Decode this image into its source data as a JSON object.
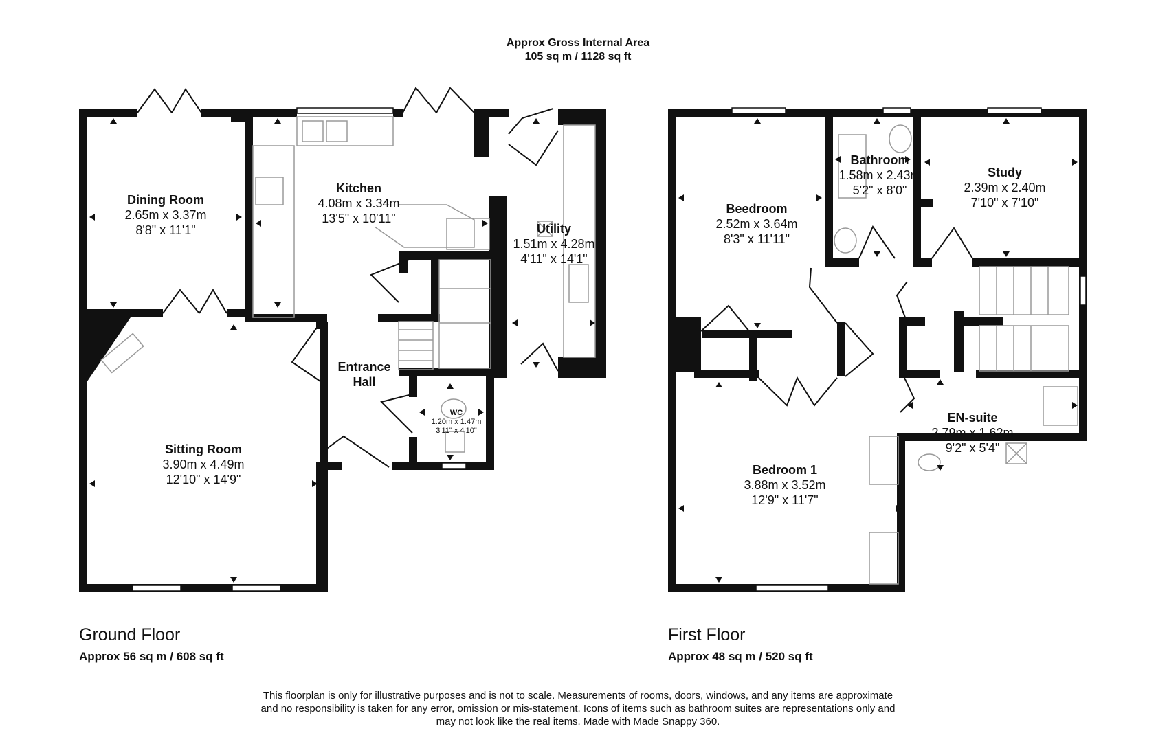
{
  "header": {
    "title": "Approx Gross Internal Area",
    "area": "105 sq m / 1128 sq ft"
  },
  "ground_floor": {
    "title": "Ground Floor",
    "area": "Approx 56 sq m / 608 sq ft",
    "rooms": {
      "dining": {
        "name": "Dining Room",
        "metric": "2.65m x 3.37m",
        "imperial": "8'8\" x 11'1\""
      },
      "kitchen": {
        "name": "Kitchen",
        "metric": "4.08m x 3.34m",
        "imperial": "13'5\" x 10'11\""
      },
      "utility": {
        "name": "Utility",
        "metric": "1.51m x 4.28m",
        "imperial": "4'11\" x 14'1\""
      },
      "entrance": {
        "name_line1": "Entrance",
        "name_line2": "Hall"
      },
      "wc": {
        "name": "WC",
        "metric": "1.20m x 1.47m",
        "imperial": "3'11\" x 4'10\""
      },
      "sitting": {
        "name": "Sitting Room",
        "metric": "3.90m x 4.49m",
        "imperial": "12'10\" x 14'9\""
      }
    }
  },
  "first_floor": {
    "title": "First Floor",
    "area": "Approx 48 sq m / 520 sq ft",
    "rooms": {
      "beedroom": {
        "name": "Beedroom",
        "metric": "2.52m x 3.64m",
        "imperial": "8'3\" x 11'11\""
      },
      "bathroom": {
        "name": "Bathroom",
        "metric": "1.58m x 2.43m",
        "imperial": "5'2\" x 8'0\""
      },
      "study": {
        "name": "Study",
        "metric": "2.39m x 2.40m",
        "imperial": "7'10\" x 7'10\""
      },
      "ensuite": {
        "name": "EN-suite",
        "metric": "2.79m x 1.62m",
        "imperial": "9'2\" x 5'4\""
      },
      "bedroom1": {
        "name": "Bedroom 1",
        "metric": "3.88m x 3.52m",
        "imperial": "12'9\" x 11'7\""
      }
    }
  },
  "disclaimer": {
    "line1": "This floorplan is only for illustrative purposes and is not to scale. Measurements of rooms, doors, windows, and any items are approximate",
    "line2": "and no responsibility is taken for any error, omission or mis-statement. Icons of items such as bathroom suites are representations only and",
    "line3": "may not look like the real items. Made with Made Snappy 360."
  },
  "colors": {
    "wall": "#111111",
    "fixture": "#9a9a9a",
    "background": "#ffffff"
  }
}
